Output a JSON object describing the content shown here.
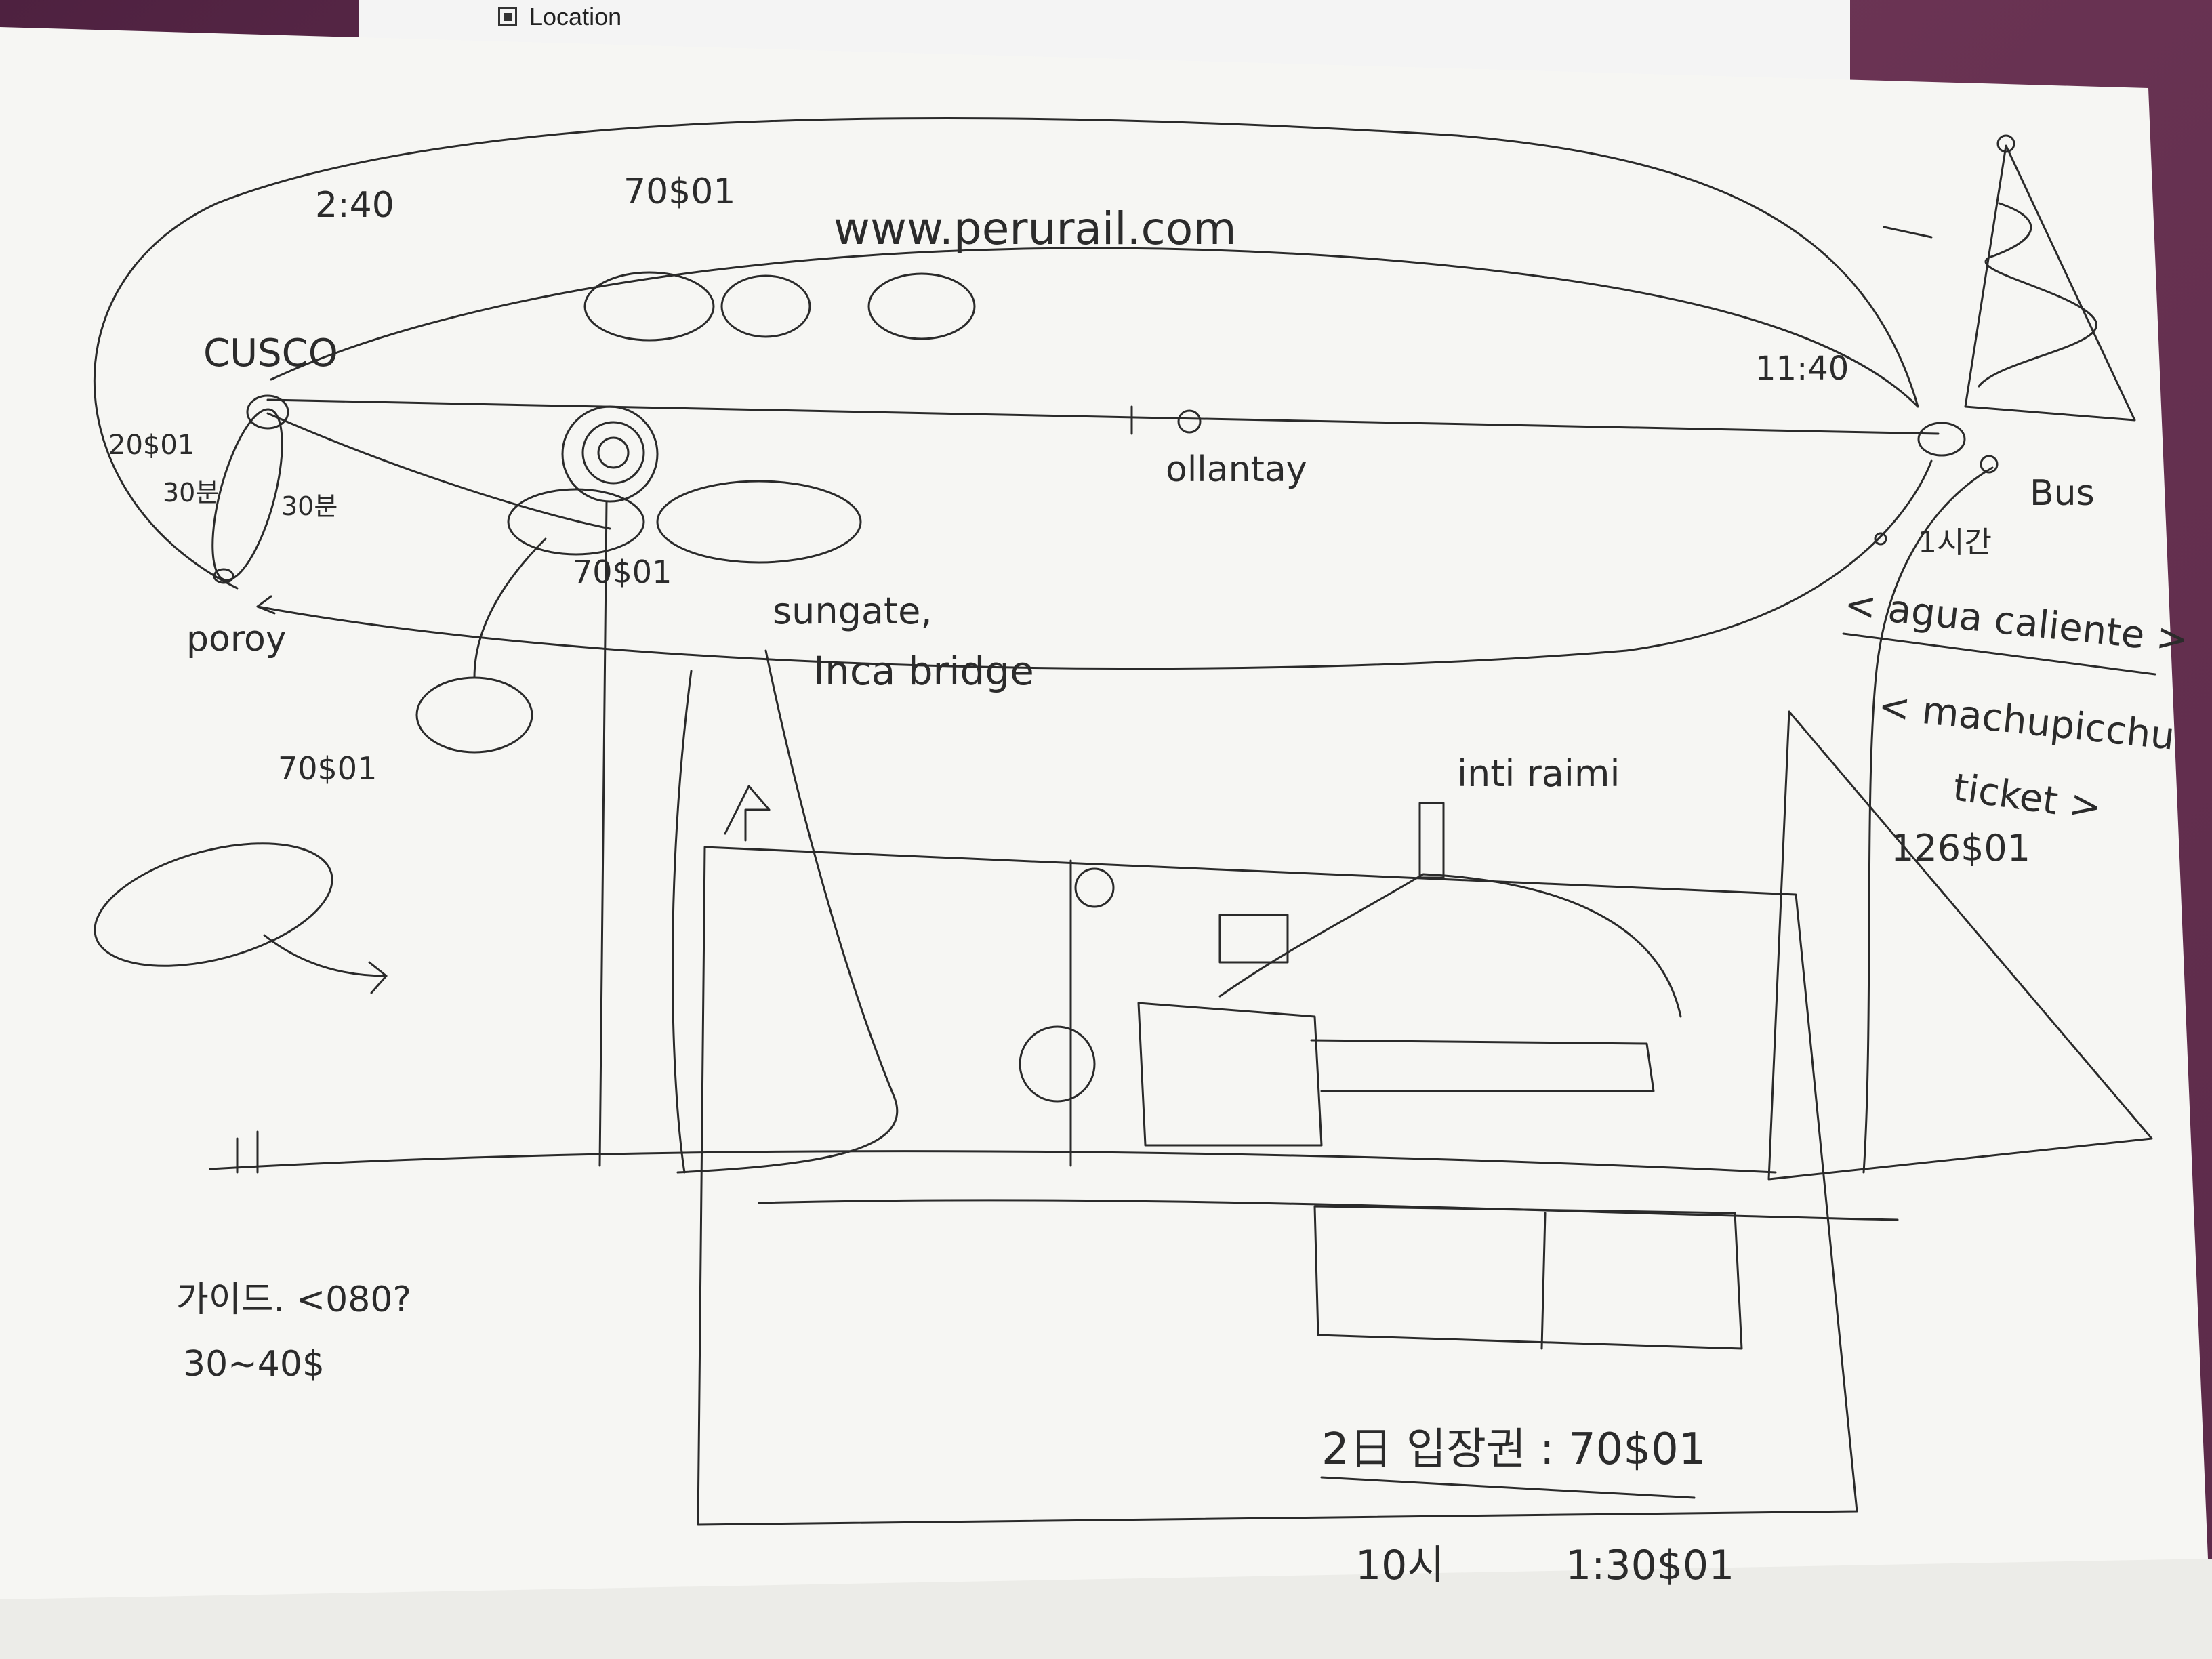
{
  "form_sheet": {
    "field_label": "Location"
  },
  "sketch": {
    "website": "www.perurail.com",
    "places": {
      "cusco": "CUSCO",
      "poroy": "poroy",
      "ollantay": "ollantay",
      "sungate": "sungate,",
      "inca_bridge": "Inca bridge",
      "inti_raimi": "inti raimi",
      "agua_caliente": "< agua caliente >",
      "machupicchu_ticket_line1": "< machupicchu",
      "machupicchu_ticket_line2": "ticket >",
      "bus": "Bus"
    },
    "times": {
      "left_loop": "2:40",
      "right_time": "11:40",
      "cusco_poroy_left": "30분",
      "cusco_poroy_right": "30분",
      "bus_time": "1시간"
    },
    "prices": {
      "top_middle": "70$01",
      "cusco_left": "20$01",
      "middle_left": "70$01",
      "bottom_left": "70$01",
      "right_ticket": "126$01",
      "bottom_right": "1:30$01",
      "bottom_time": "10시"
    },
    "notes": {
      "guide_line1": "가이드. <080?",
      "guide_line2": "30~40$",
      "bottom_caption": "2日 입장권 : 70$01"
    }
  }
}
